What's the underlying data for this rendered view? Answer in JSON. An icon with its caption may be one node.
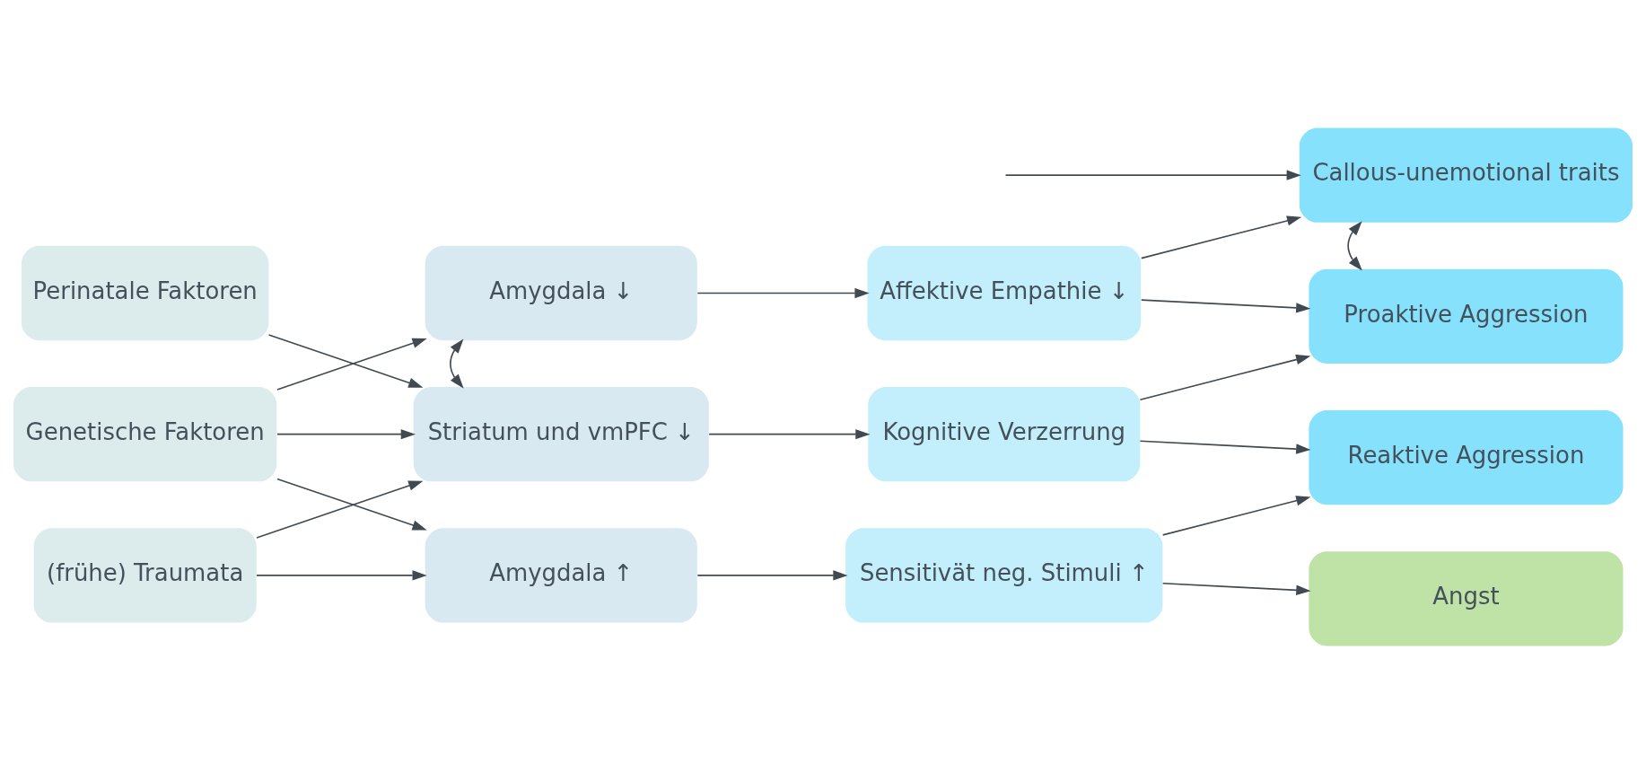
{
  "diagram": {
    "nodes": [
      {
        "text": [
          "Perinatale Faktoren"
        ]
      },
      {
        "text": [
          "Genetische Faktoren"
        ]
      },
      {
        "text": [
          "(frühe) Traumata"
        ]
      },
      {
        "text": [
          "Amygdala ↓"
        ]
      },
      {
        "text": [
          "Striatum und vmPFC ↓"
        ]
      },
      {
        "text": [
          "Amygdala ↑"
        ]
      },
      {
        "text": [
          "Affektive Empathie ↓"
        ]
      },
      {
        "text": [
          "Kognitive Verzerrung"
        ]
      },
      {
        "text": [
          "Sensitivät neg. Stimuli ↑"
        ]
      },
      {
        "text": [
          "Callous-unemotional traits"
        ]
      },
      {
        "text": [
          "Proaktive Aggression"
        ]
      },
      {
        "text": [
          "Reaktive Aggression"
        ]
      },
      {
        "text": [
          "Angst"
        ]
      }
    ],
    "edges": [
      {
        "from": 0,
        "to": 4,
        "arrow": "to"
      },
      {
        "from": 1,
        "to": 3,
        "arrow": "to"
      },
      {
        "from": 1,
        "to": 4,
        "arrow": "to"
      },
      {
        "from": 1,
        "to": 5,
        "arrow": "to"
      },
      {
        "from": 2,
        "to": 4,
        "arrow": "to"
      },
      {
        "from": 2,
        "to": 5,
        "arrow": "to"
      },
      {
        "from": 3,
        "to": 6,
        "arrow": "to"
      },
      {
        "from": 3,
        "to": 4,
        "arrow": "both"
      },
      {
        "from": 4,
        "to": 7,
        "arrow": "to"
      },
      {
        "from": 5,
        "to": 8,
        "arrow": "to"
      },
      {
        "from": 6,
        "to": 9,
        "arrow": "to"
      },
      {
        "from": 6,
        "to": 10,
        "arrow": "to"
      },
      {
        "from": 7,
        "to": 10,
        "arrow": "to"
      },
      {
        "from": 7,
        "to": 11,
        "arrow": "to"
      },
      {
        "from": 8,
        "to": 11,
        "arrow": "to"
      },
      {
        "from": 8,
        "to": 12,
        "arrow": "to"
      },
      {
        "from": 9,
        "to": 10,
        "arrow": "both"
      },
      {
        "from": null,
        "to": 9,
        "arrow": "to"
      }
    ]
  }
}
